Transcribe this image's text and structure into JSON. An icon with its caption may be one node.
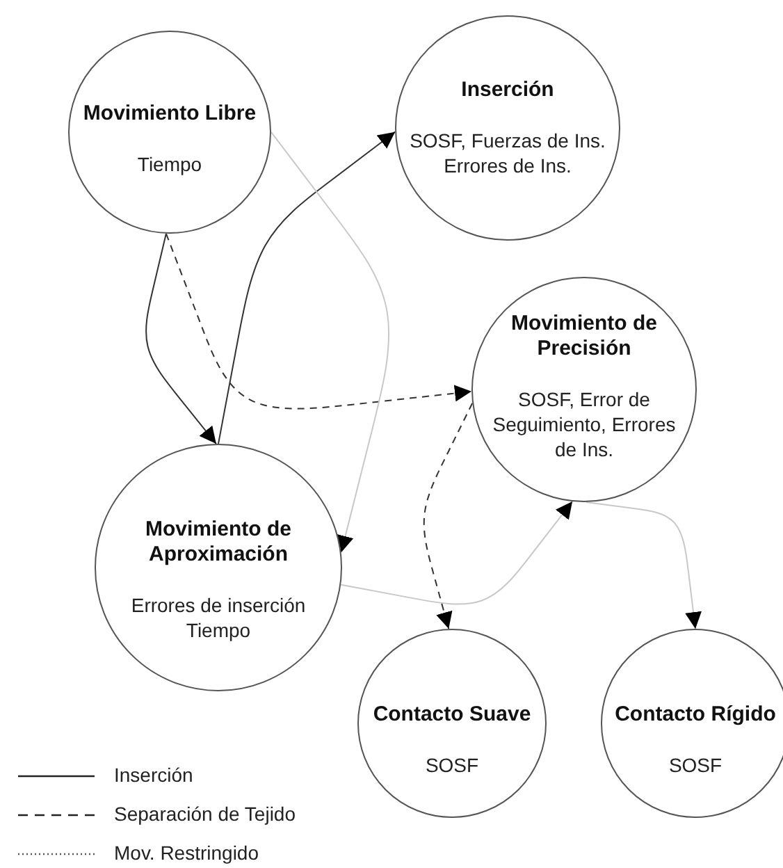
{
  "diagram": {
    "nodes": [
      {
        "text": [
          "Movimiento Libre",
          "Tiempo"
        ]
      },
      {
        "text": [
          "Inserción",
          "SOSF, Fuerzas de Ins. Errores de Ins."
        ]
      },
      {
        "text": [
          "Movimiento de Precisión",
          "SOSF, Error de Seguimiento, Errores de Ins."
        ]
      },
      {
        "text": [
          "Movimiento de Aproximación",
          "Errores de inserción Tiempo"
        ]
      },
      {
        "text": [
          "Contacto Suave",
          "SOSF"
        ]
      },
      {
        "text": [
          "Contacto Rígido",
          "SOSF"
        ]
      }
    ],
    "edges": [
      {
        "from": 0,
        "to": 3,
        "arrow": "to"
      },
      {
        "from": 3,
        "to": 1,
        "arrow": "to"
      },
      {
        "from": 0,
        "to": 2,
        "arrow": "to",
        "style": "dashed"
      },
      {
        "from": 0,
        "to": 3,
        "arrow": "to",
        "color": "#c8c8c8"
      },
      {
        "from": 3,
        "to": 2,
        "arrow": "to",
        "color": "#c8c8c8"
      },
      {
        "from": 2,
        "to": 4,
        "arrow": "to",
        "style": "dashed"
      },
      {
        "from": 2,
        "to": 5,
        "arrow": "to",
        "color": "#c8c8c8"
      }
    ],
    "legend": [
      {
        "text": "Inserción"
      },
      {
        "text": "Separación de Tejido"
      },
      {
        "text": "Mov. Restringido"
      }
    ]
  }
}
